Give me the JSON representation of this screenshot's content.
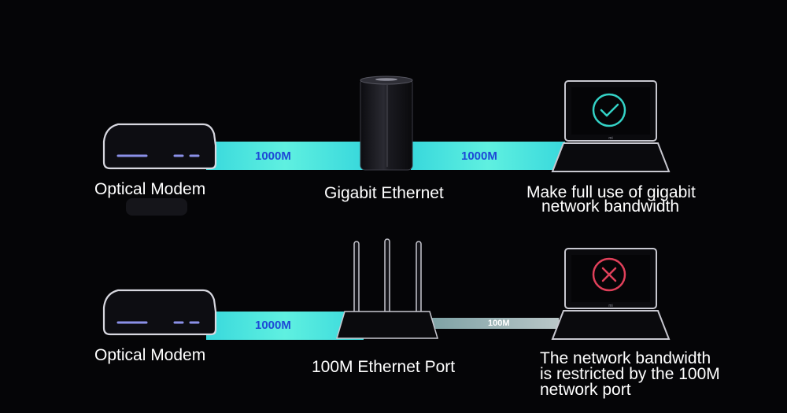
{
  "colors": {
    "background": "#050507",
    "fast_link": "#48e6e0",
    "slow_link": "#a6b6b8",
    "ok": "#34d2c6",
    "fail": "#e0405a",
    "speed_text": "#1e49d6"
  },
  "rows": [
    {
      "modem_label": "Optical Modem",
      "link1_speed": "1000M",
      "device_label": "Gigabit Ethernet",
      "device_icon": "cylinder-router-icon",
      "link2_speed": "1000M",
      "result_lines": [
        "Make full use of gigabit",
        "network bandwidth"
      ],
      "status_icon": "check-circle-icon",
      "laptop_logo": "mi"
    },
    {
      "modem_label": "Optical Modem",
      "link1_speed": "1000M",
      "device_label": "100M Ethernet Port",
      "device_icon": "antenna-router-icon",
      "link2_speed": "100M",
      "result_lines": [
        "The network bandwidth",
        "is restricted by the 100M",
        "network port"
      ],
      "status_icon": "x-circle-icon",
      "laptop_logo": "mi"
    }
  ]
}
